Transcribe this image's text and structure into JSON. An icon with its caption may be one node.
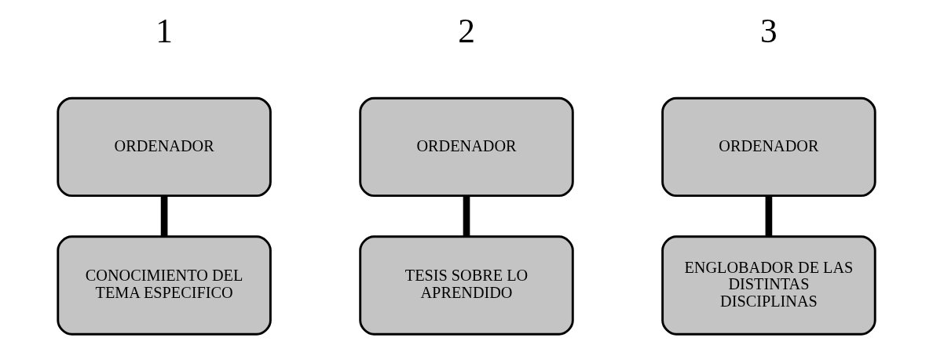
{
  "diagram": {
    "nodes": [
      {
        "text": [
          "ORDENADOR"
        ]
      },
      {
        "text": [
          "CONOCIMIENTO DEL TEMA ESPECIFICO"
        ]
      },
      {
        "text": [
          "ORDENADOR"
        ]
      },
      {
        "text": [
          "TESIS SOBRE LO APRENDIDO"
        ]
      },
      {
        "text": [
          "ORDENADOR"
        ]
      },
      {
        "text": [
          "ENGLOBADOR DE LAS DISTINTAS DISCIPLINAS"
        ]
      }
    ],
    "edges": [
      {
        "from": 0,
        "to": 1,
        "arrow": "none"
      },
      {
        "from": 2,
        "to": 3,
        "arrow": "none"
      },
      {
        "from": 4,
        "to": 5,
        "arrow": "none"
      }
    ],
    "labels": [
      "1",
      "2",
      "3"
    ]
  }
}
